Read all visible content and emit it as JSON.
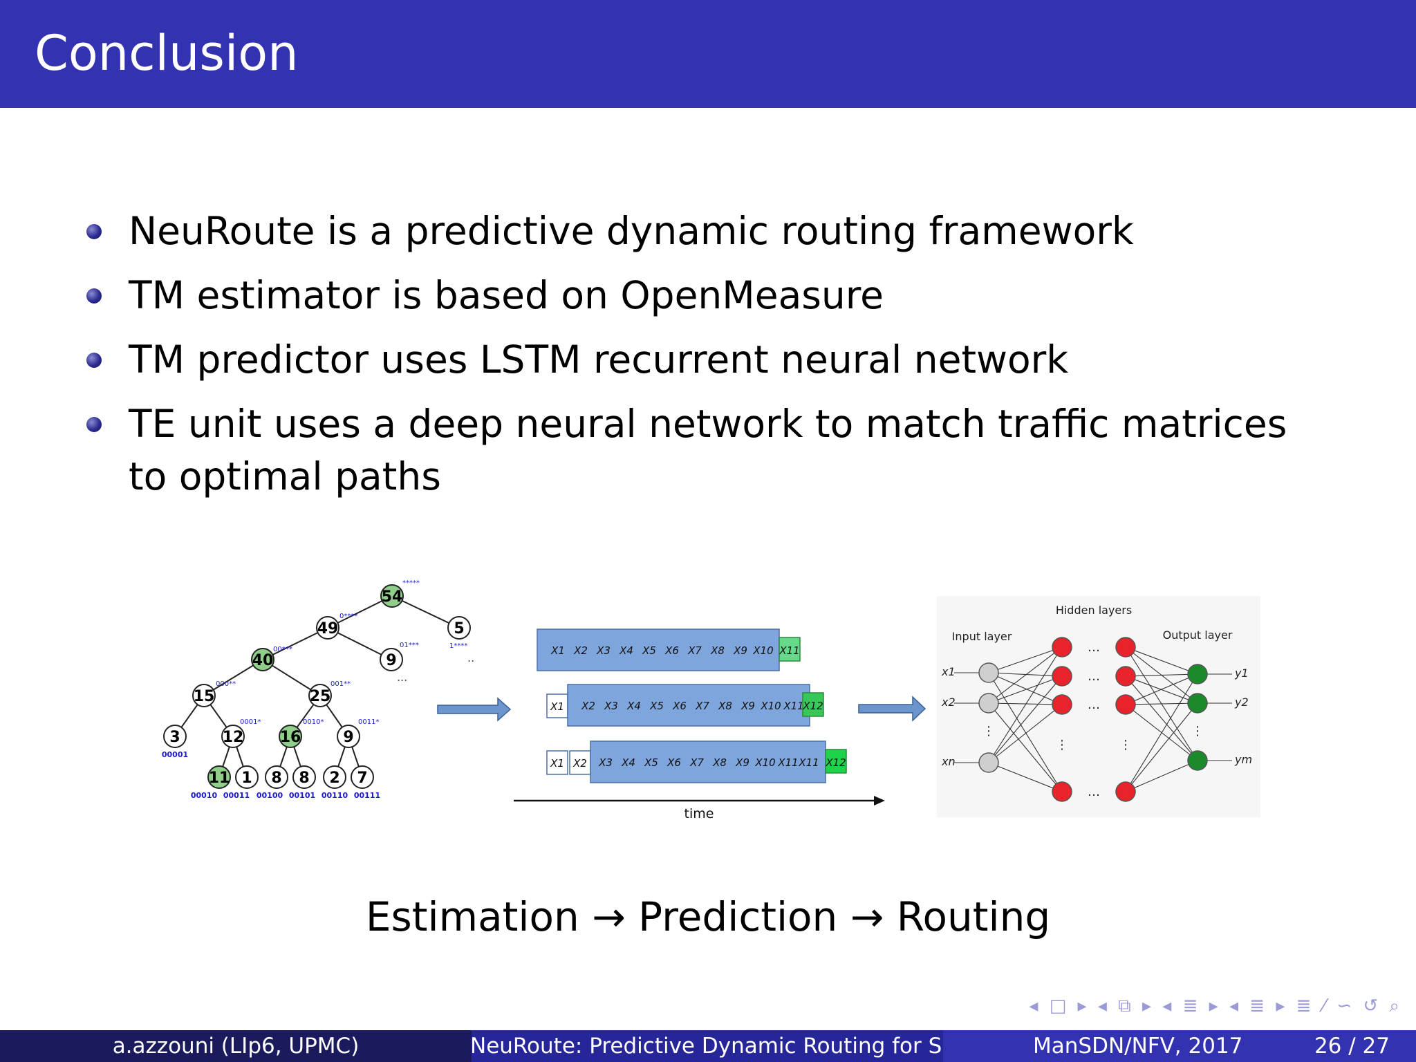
{
  "slide": {
    "title": "Conclusion",
    "bullets": [
      "NeuRoute is a predictive dynamic routing framework",
      "TM estimator is based on OpenMeasure",
      "TM predictor uses LSTM recurrent neural network",
      "TE unit uses a deep neural network to match traffic matrices to optimal paths"
    ],
    "flow_text": "Estimation → Prediction → Routing"
  },
  "figure": {
    "tree": {
      "nodes": [
        "54",
        "49",
        "5",
        "40",
        "9",
        "15",
        "25",
        "3",
        "12",
        "16",
        "9",
        "11",
        "1",
        "8",
        "8",
        "2",
        "7"
      ],
      "prefixes": [
        "*****",
        "0****",
        "1****",
        "00***",
        "01***",
        "000**",
        "001**",
        "0001*",
        "0010*",
        "0011*"
      ],
      "leaf_codes": [
        "00001",
        "00010",
        "00011",
        "00100",
        "00101",
        "00110",
        "00111"
      ]
    },
    "timeline": {
      "cells": [
        "X1",
        "X2",
        "X3",
        "X4",
        "X5",
        "X6",
        "X7",
        "X8",
        "X9",
        "X10",
        "X11",
        "X12"
      ],
      "axis_label": "time"
    },
    "nn": {
      "hidden_label": "Hidden layers",
      "input_label": "Input layer",
      "output_label": "Output layer",
      "inputs": [
        "x1",
        "x2",
        "xn"
      ],
      "outputs": [
        "y1",
        "y2",
        "ym"
      ]
    }
  },
  "footer": {
    "author": "a.azzouni  (LIp6, UPMC)",
    "short_title": "NeuRoute: Predictive Dynamic Routing for So",
    "venue": "ManSDN/NFV, 2017",
    "page": "26 / 27"
  },
  "nav": {
    "symbols": "◂ □ ▸ ◂ ⧉ ▸ ◂ ≣ ▸ ◂ ≣ ▸ ≣ ⁄ ∽ ↺ ⌕"
  },
  "colors": {
    "header": "#3333b2",
    "tree_highlight": "#8fcf8a",
    "lstm_box": "#7ea6dc",
    "neuron_hidden": "#e8232b",
    "neuron_output": "#1a8a2b",
    "neuron_input": "#cfcfcf"
  }
}
